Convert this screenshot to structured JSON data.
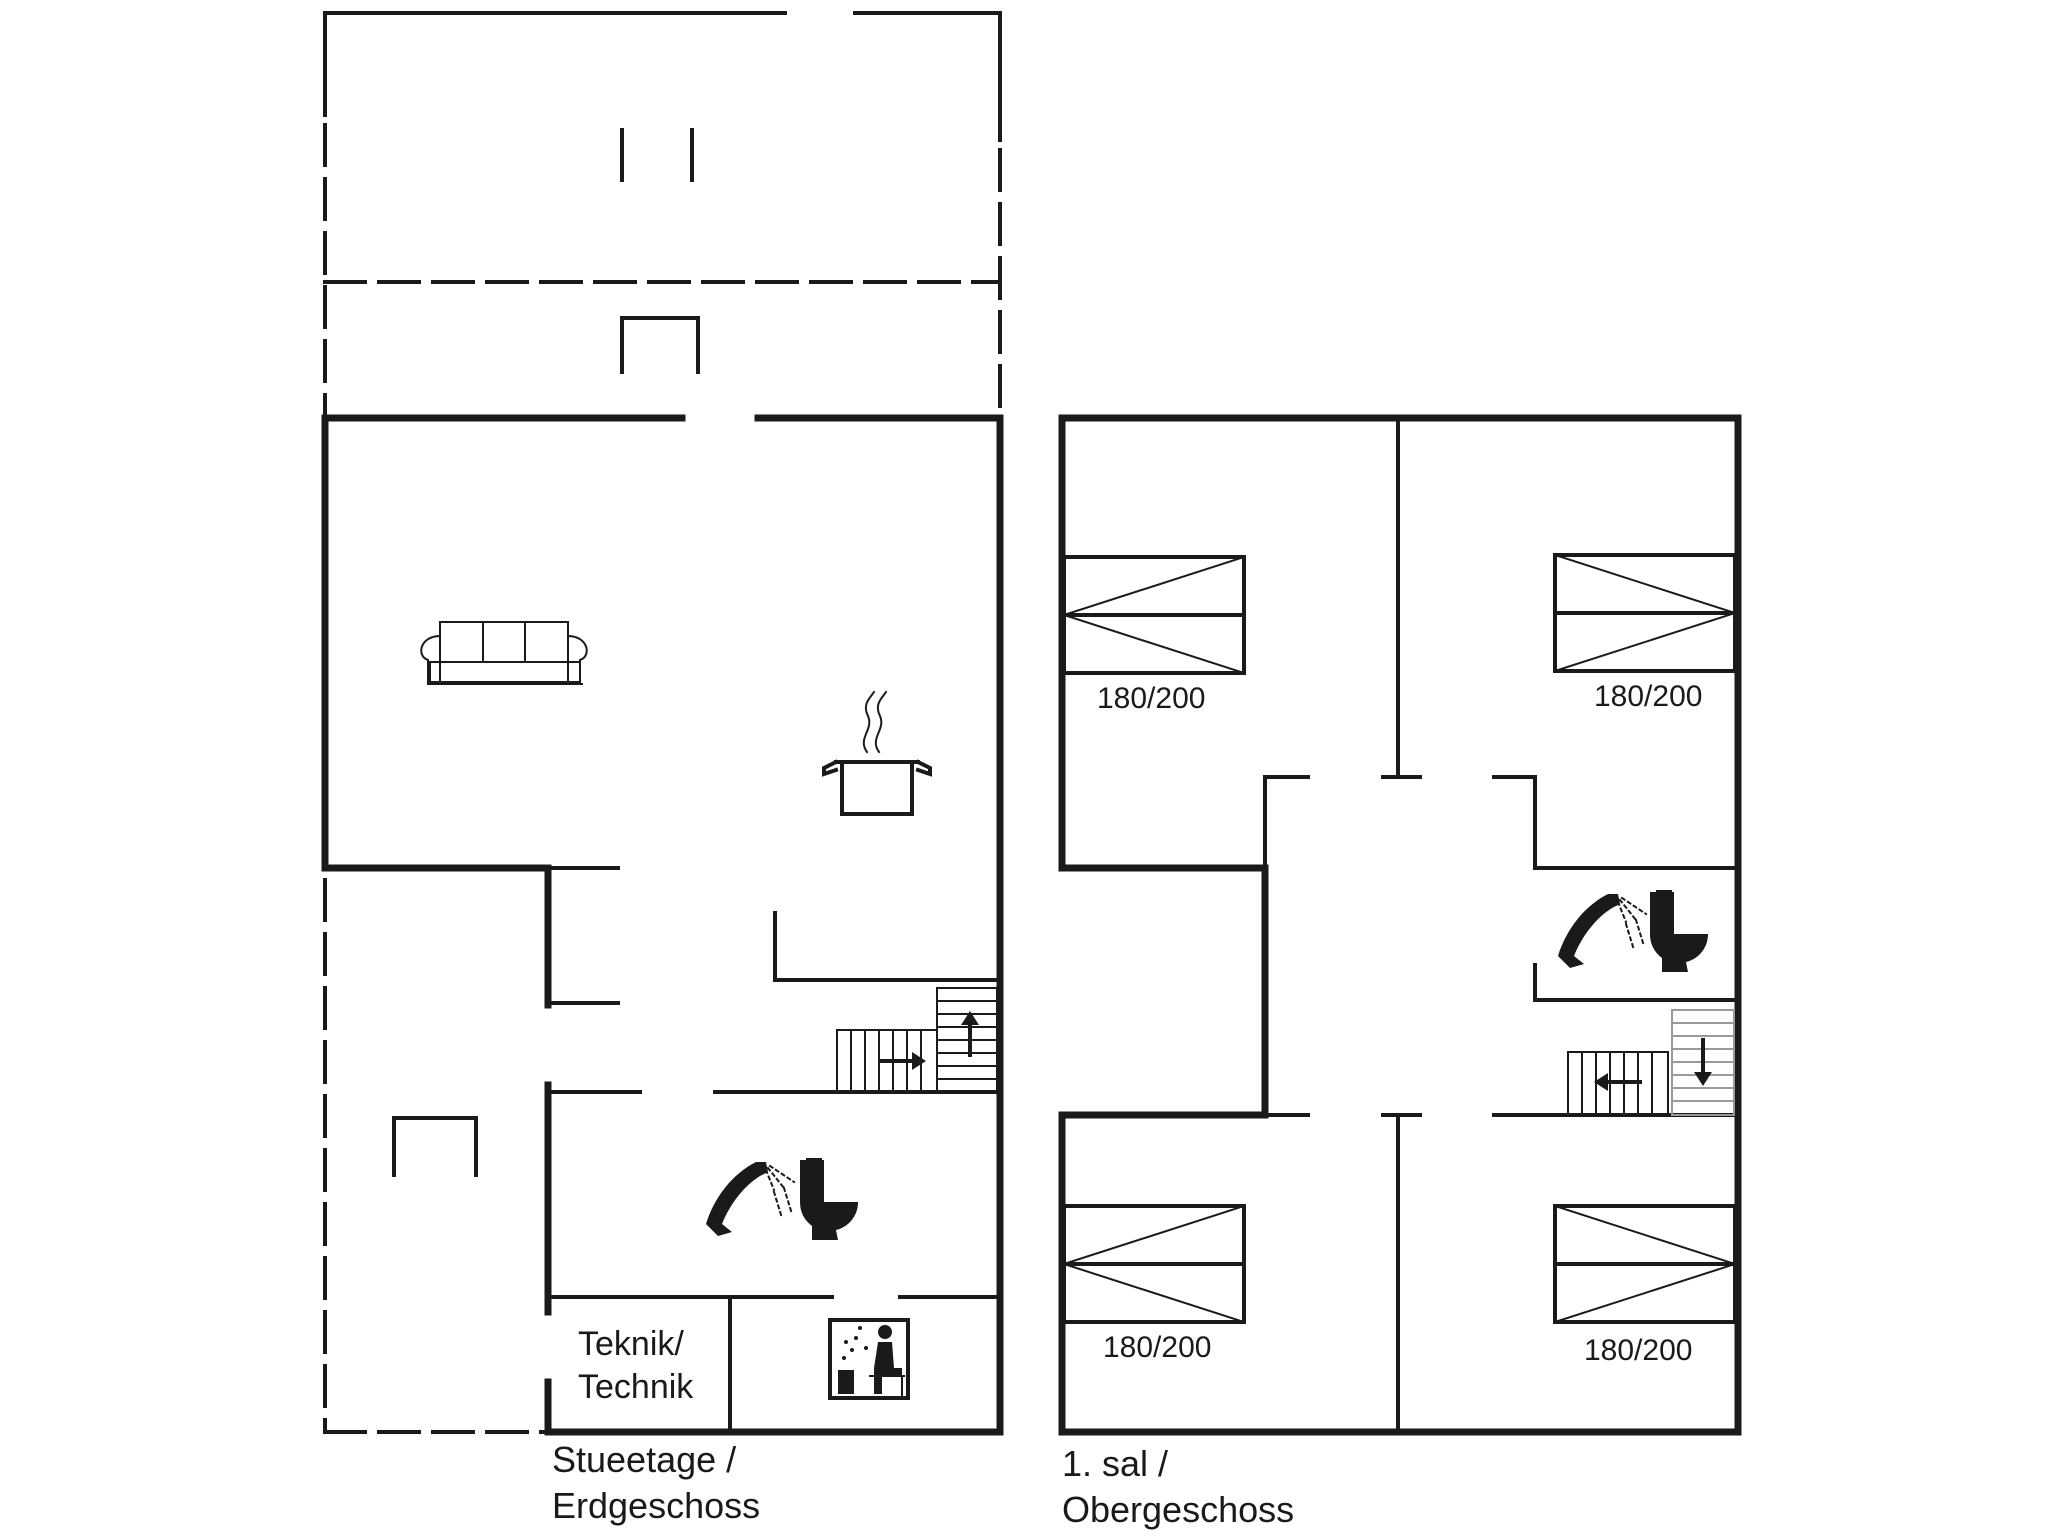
{
  "floors": [
    {
      "id": "ground",
      "caption_line1": "Stueetage /",
      "caption_line2": "Erdgeschoss",
      "rooms": [
        {
          "id": "teknik",
          "label_line1": "Teknik/",
          "label_line2": "Technik"
        }
      ],
      "icons": [
        "sofa-icon",
        "cooking-pot-icon",
        "shower-icon",
        "toilet-icon",
        "sauna-icon",
        "stairs-up-icon"
      ]
    },
    {
      "id": "upper",
      "caption_line1": "1. sal /",
      "caption_line2": "Obergeschoss",
      "beds": [
        "180/200",
        "180/200",
        "180/200",
        "180/200"
      ],
      "icons": [
        "bed-icon",
        "shower-icon",
        "toilet-icon",
        "stairs-down-icon"
      ]
    }
  ],
  "colors": {
    "line": "#1a1a1a",
    "background": "#ffffff"
  }
}
